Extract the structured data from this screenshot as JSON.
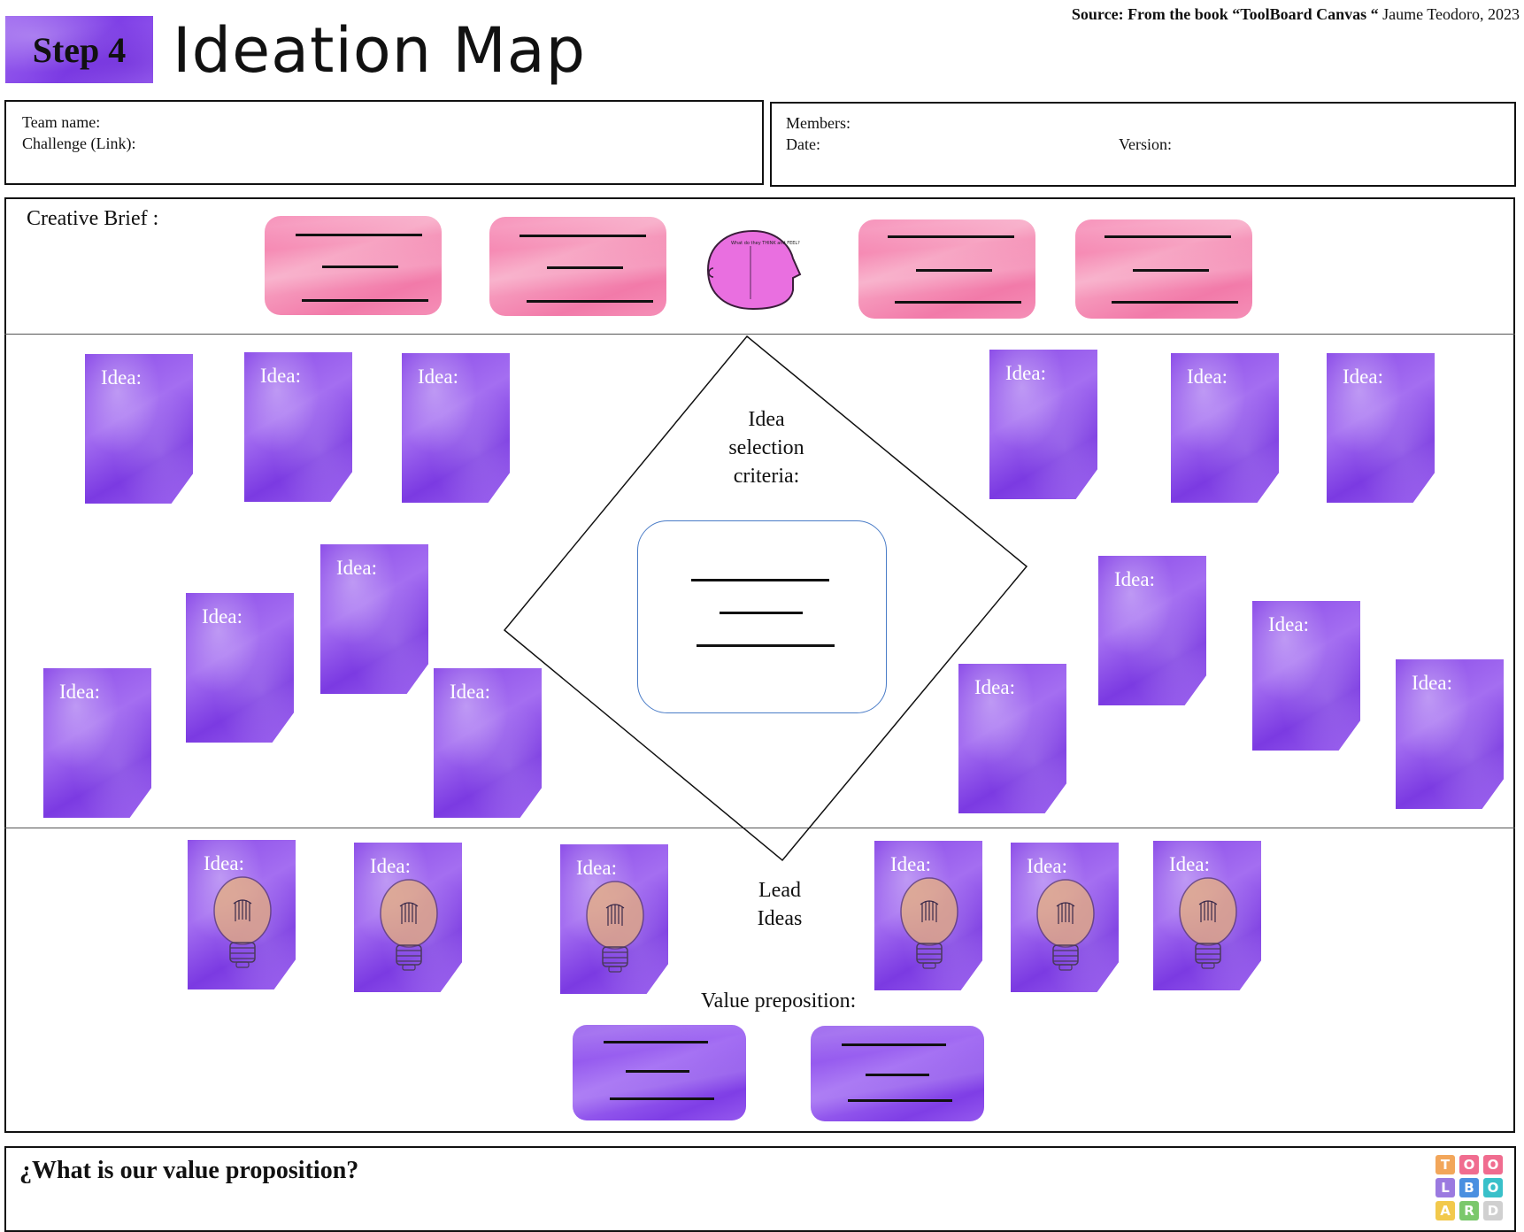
{
  "header": {
    "step_label": "Step 4",
    "title": "Ideation Map",
    "source_prefix": "Source:  From the book “ToolBoard Canvas “",
    "source_author": " Jaume Teodoro, 2023"
  },
  "info": {
    "team_name_label": "Team name:",
    "challenge_label": "Challenge (Link):",
    "members_label": "Members:",
    "date_label": "Date:",
    "version_label": "Version:"
  },
  "creative_brief": {
    "label": "Creative Brief :"
  },
  "idea_label": "Idea:",
  "criteria": {
    "line1": "Idea",
    "line2": "selection",
    "line3": "criteria:"
  },
  "lead_ideas": {
    "line1": "Lead",
    "line2": "Ideas"
  },
  "value_prop_label": "Value preposition:",
  "footer": {
    "question": "¿What is our value proposition?"
  },
  "logo": {
    "letters": [
      "T",
      "O",
      "O",
      "L",
      "B",
      "O",
      "A",
      "R",
      "D"
    ],
    "colors": [
      "#f2a65a",
      "#f06c8f",
      "#f06c8f",
      "#9b7ae0",
      "#4a8fe0",
      "#39c0c9",
      "#f2c94c",
      "#7bc86c",
      "#d0d0d0"
    ]
  },
  "colors": {
    "idea_purple": "#8a4ae8",
    "brief_pink": "#f46fa4",
    "criteria_border": "#4a7cc7",
    "head_pink": "#e96fe0"
  }
}
